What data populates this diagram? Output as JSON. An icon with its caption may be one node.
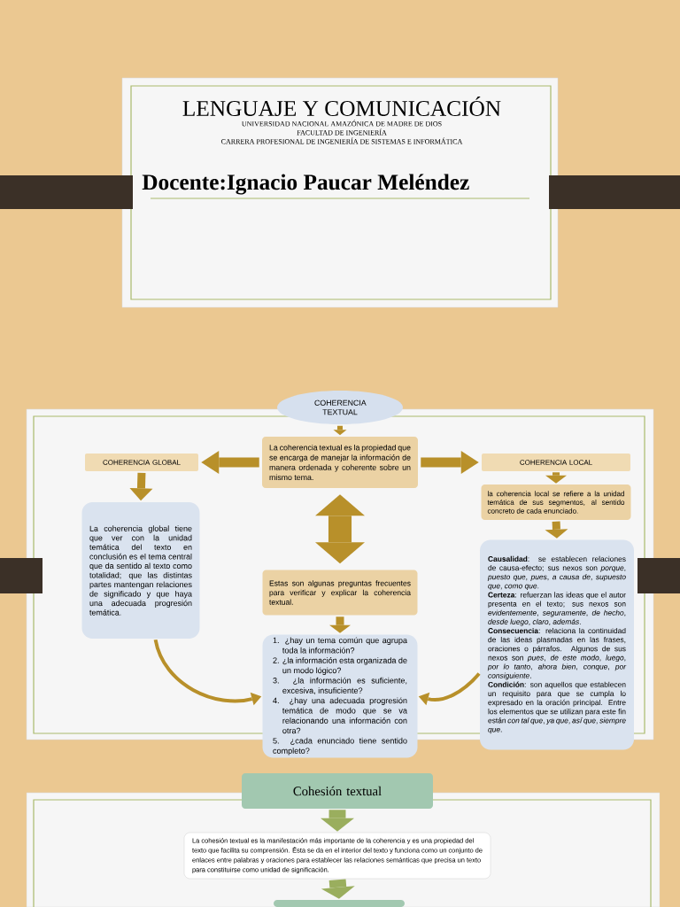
{
  "diagram": {
    "title": "LENGUAJE Y COMUNICACIÓN",
    "nodes": [
      {
        "text": [
          "COHERENCIA TEXTUAL"
        ]
      },
      {
        "text": [
          "La coherencia textual es la propiedad que se encarga de manejar la información de manera ordenada y coherente sobre un mismo tema."
        ]
      },
      {
        "text": [
          "COHERENCIA GLOBAL"
        ]
      },
      {
        "text": [
          "COHERENCIA LOCAL"
        ]
      },
      {
        "text": [
          "La coherencia global tiene que ver con la unidad temática del texto en conclusión es el tema central que da sentido al texto como totalidad; que las distintas partes mantengan relaciones de significado y que haya una adecuada progresión temática."
        ]
      },
      {
        "text": [
          "la coherencia local se refiere a la unidad temática de sus segmentos, al sentido concreto de cada enunciado."
        ]
      },
      {
        "text": [
          "Estas son algunas preguntas frecuentes para verificar y explicar la coherencia textual."
        ]
      },
      {
        "text": [
          "1. ¿hay un tema común que agrupa toda la información?",
          "2. ¿la información esta organizada de un modo lógico?",
          "3. ¿la información es suficiente, excesiva, insuficiente?",
          "4. ¿hay una adecuada progresión temática de modo que se va relacionando una información con otra?",
          "5. ¿cada enunciado tiene sentido completo?"
        ]
      },
      {
        "text": [
          "**Causalidad**: se establecen relaciones de causa-efecto; sus nexos son *porque*, *puesto que*, *pues*, *a causa de*, *supuesto que*, *como que*.",
          "**Certeza**: refuerzan las ideas que el autor presenta en el texto; sus nexos son *evidentemente*, *seguramente*, *de hecho*, *desde luego*, *claro*, *además*.",
          "**Consecuencia**: relaciona la continuidad de las ideas plasmadas en las frases, oraciones o párrafos. Algunos de sus nexos son *pues*, *de este modo*, *luego*, *por lo tanto*, *ahora bien*, *conque*, *por consiguiente*.",
          "**Condición**: son aquellos que establecen un requisito para que se cumpla lo expresado en la oración principal. Entre los elementos que se utilizan para este fin están *con tal que*, *ya que*, *así que*, *siempre que*."
        ]
      },
      {
        "text": [
          "Cohesión textual"
        ]
      },
      {
        "text": [
          "La cohesión textual es la manifestación más importante de la coherencia y es una propiedad del texto que facilita su comprensión. Ésta se da en el interior del texto y funciona como un conjunto de enlaces entre palabras y oraciones para establecer las relaciones semánticas que precisa un texto para constituirse como unidad de significación."
        ]
      },
      {
        "text": [],
        "shape": "box"
      }
    ],
    "edges": [
      {
        "from": 0,
        "to": 1,
        "arrow": "to"
      },
      {
        "from": 1,
        "to": 2,
        "arrow": "to"
      },
      {
        "from": 1,
        "to": 3,
        "arrow": "to"
      },
      {
        "from": 2,
        "to": 4,
        "arrow": "to"
      },
      {
        "from": 3,
        "to": 5,
        "arrow": "to"
      },
      {
        "from": 1,
        "to": 6,
        "arrow": "both",
        "style": "thick"
      },
      {
        "from": 6,
        "to": 7,
        "arrow": "to"
      },
      {
        "from": 5,
        "to": 8,
        "arrow": "to"
      },
      {
        "from": 4,
        "to": 7,
        "arrow": "to"
      },
      {
        "from": 8,
        "to": 7,
        "arrow": "to"
      },
      {
        "from": 9,
        "to": 10,
        "arrow": "to",
        "style": "thick",
        "color": "#9aae5e"
      },
      {
        "from": 10,
        "to": 11,
        "arrow": "to",
        "style": "thick",
        "color": "#9aae5e"
      }
    ],
    "labels": [
      "UNIVERSIDAD NACIONAL AMAZÓNICA DE MADRE DE DIOS",
      "FACULTAD DE INGENIERÍA",
      "CARRERA PROFESIONAL DE INGENIERÍA DE SISTEMAS E INFORMÁTICA",
      "Docente:Ignacio Paucar Meléndez"
    ]
  }
}
